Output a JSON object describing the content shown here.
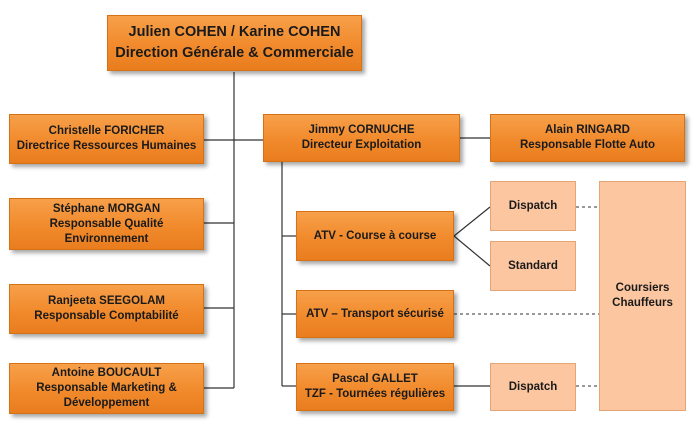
{
  "direction": {
    "name": "Julien COHEN / Karine COHEN",
    "role": "Direction Générale & Commerciale"
  },
  "left": [
    {
      "name": "Christelle FORICHER",
      "role": "Directrice Ressources Humaines"
    },
    {
      "name": "Stéphane MORGAN",
      "role": "Responsable Qualité",
      "role2": "Environnement"
    },
    {
      "name": "Ranjeeta SEEGOLAM",
      "role": "Responsable Comptabilité"
    },
    {
      "name": "Antoine BOUCAULT",
      "role": "Responsable Marketing &",
      "role2": "Développement"
    }
  ],
  "exploitation": {
    "name": "Jimmy CORNUCHE",
    "role": "Directeur Exploitation"
  },
  "flotte": {
    "name": "Alain RINGARD",
    "role": "Responsable  Flotte Auto"
  },
  "services": {
    "course": "ATV - Course à course",
    "transport": "ATV – Transport sécurisé",
    "tzf_name": "Pascal GALLET",
    "tzf_role": "TZF - Tournées régulières"
  },
  "sub": {
    "dispatch1": "Dispatch",
    "standard": "Standard",
    "dispatch2": "Dispatch"
  },
  "coursiers": {
    "line1": "Coursiers",
    "line2": "Chauffeurs"
  }
}
